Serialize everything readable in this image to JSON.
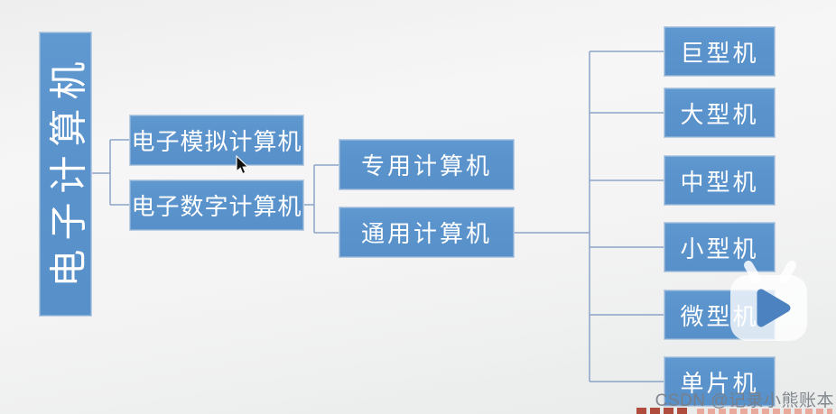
{
  "diagram": {
    "root": {
      "label": "电子计算机"
    },
    "level2": [
      {
        "label": "电子模拟计算机"
      },
      {
        "label": "电子数字计算机"
      }
    ],
    "level3": [
      {
        "label": "专用计算机"
      },
      {
        "label": "通用计算机"
      }
    ],
    "level4": [
      {
        "label": "巨型机"
      },
      {
        "label": "大型机"
      },
      {
        "label": "中型机"
      },
      {
        "label": "小型机"
      },
      {
        "label": "微型机"
      },
      {
        "label": "单片机"
      }
    ]
  },
  "footer": {
    "watermark": "CSDN @记录小熊账本"
  },
  "colors": {
    "node_fill": "#5b93cc",
    "node_border": "#bccde0",
    "node_text": "#ffffff",
    "connector": "#8ba3c7",
    "play_triangle": "#4c82bf",
    "watermark_text": "#7e8489"
  }
}
